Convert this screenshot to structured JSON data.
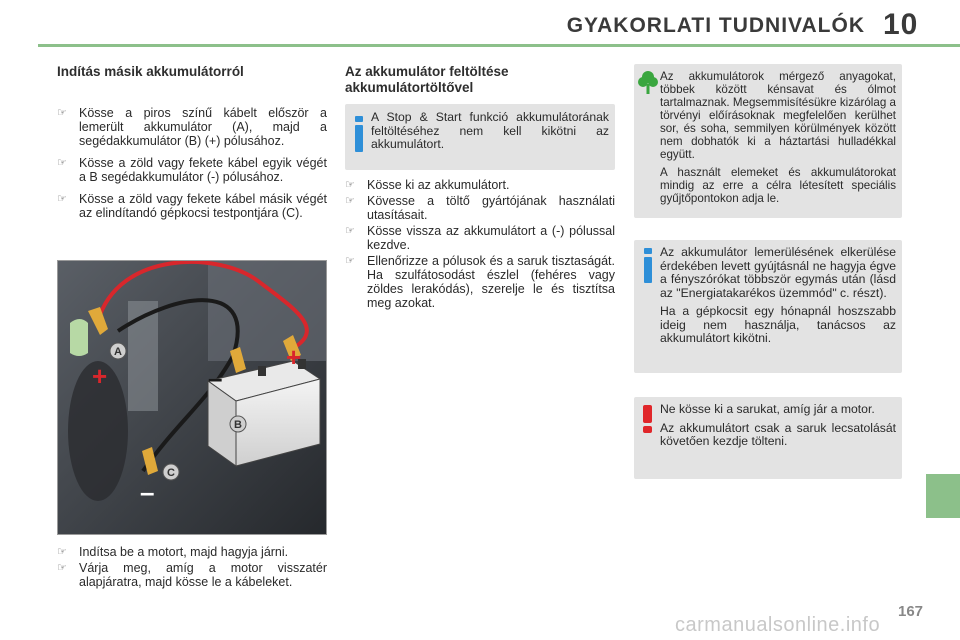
{
  "header": {
    "title": "GYAKORLATI TUDNIVALÓK",
    "chapter": "10"
  },
  "left": {
    "title": "Indítás másik akkumulátorról",
    "bullets": [
      "Kösse a piros színű kábelt először a lemerült akkumulátor (A), majd a segédakkumulátor (B) (+) pólusá­hoz.",
      "Kösse a zöld vagy fekete kábel egyik végét a B segédakkumulátor (-) pólusához.",
      "Kösse a zöld vagy fekete kábel má­sik végét az elindítandó gépkocsi testpontjára (C)."
    ],
    "bottom_bullets": [
      "Indítsa be a motort, majd hagyja járni.",
      "Várja meg, amíg a motor visszatér alapjáratra, majd kösse le a kábele­ket."
    ],
    "figure_labels": {
      "a": "A",
      "b": "B",
      "c": "C",
      "plus": "+",
      "minus": "–"
    }
  },
  "middle": {
    "title": "Az akkumulátor feltöltése akkumulátortöltővel",
    "info": "A Stop & Start funkció akkumuláto­rának feltöltéséhez nem kell kikötni az akkumulátort.",
    "bullets": [
      "Kösse ki az akkumulátort.",
      "Kövesse a töltő gyártójának hasz­nálati utasításait.",
      "Kösse vissza az akkumulátort a (-) pólussal kezdve.",
      "Ellenőrizze a pólusok és a saruk tisztaságát. Ha szulfátosodást ész­lel (fehéres vagy zöldes lerakódás), szerelje le és tisztítsa meg azokat."
    ]
  },
  "right": {
    "eco_box": [
      "Az akkumulátorok mérgező anyago­kat, többek között kénsavat és ólmot tartalmaznak. Megsemmisítésükre ki­zárólag a törvényi előírásoknak megfe­lelően kerülhet sor, és soha, semmilyen körülmények között nem dobhatók ki a háztartási hulladékkal együtt.",
      "A használt elemeket és akkumuláto­rokat mindig az erre a célra létesített speciális gyűjtőpontokon adja le."
    ],
    "info_box": [
      "Az akkumulátor lemerülésének elkerülése érdekében levett gyúj­tásnál ne hagyja égve a fényszó­rókat többször egymás után (lásd az \"Energiatakarékos üzemmód\" c. részt).",
      "Ha a gépkocsit egy hónapnál hosz­szabb ideig nem használja, taná­csos az akkumulátort kikötni."
    ],
    "warn_box": [
      "Ne kösse ki a sarukat, amíg jár a motor.",
      "Az akkumulátort csak a saruk le­csatolását követően kezdje tölteni."
    ]
  },
  "footer": {
    "page_number": "167",
    "watermark": "carmanualsonline.info"
  },
  "icons": {
    "bullet": "pointing-hand-icon",
    "info": "info-icon",
    "eco": "tree-icon",
    "warning": "exclamation-icon"
  },
  "colors": {
    "accent_green": "#8cc08a",
    "info_blue": "#2e8fd8",
    "warn_red": "#e0262a",
    "box_grey": "#e3e3e3"
  }
}
